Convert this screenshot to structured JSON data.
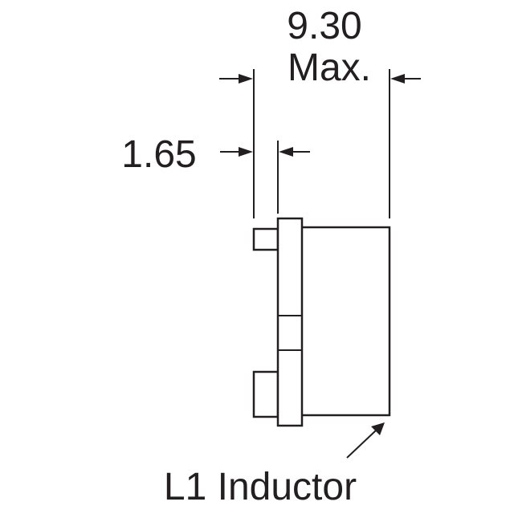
{
  "dimensions": {
    "overall_value": "9.30",
    "overall_qualifier": "Max.",
    "lead_offset_value": "1.65"
  },
  "component_label": "L1 Inductor",
  "colors": {
    "ink": "#231f20",
    "background": "#ffffff"
  }
}
